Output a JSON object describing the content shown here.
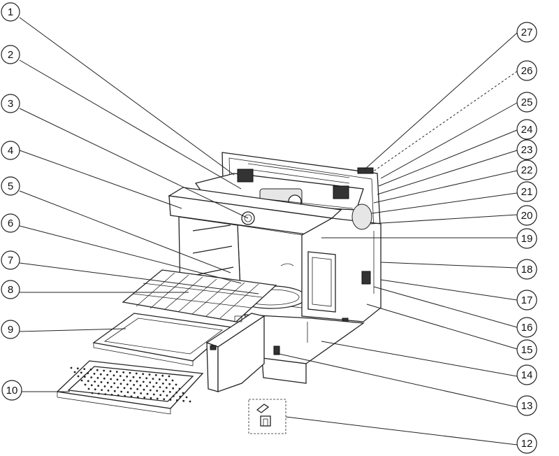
{
  "diagram": {
    "callouts": [
      {
        "label": "1"
      },
      {
        "label": "2"
      },
      {
        "label": "3"
      },
      {
        "label": "4"
      },
      {
        "label": "5"
      },
      {
        "label": "6"
      },
      {
        "label": "7"
      },
      {
        "label": "8"
      },
      {
        "label": "9"
      },
      {
        "label": "10"
      },
      {
        "label": "12"
      },
      {
        "label": "13"
      },
      {
        "label": "14"
      },
      {
        "label": "15"
      },
      {
        "label": "16"
      },
      {
        "label": "17"
      },
      {
        "label": "18"
      },
      {
        "label": "19"
      },
      {
        "label": "20"
      },
      {
        "label": "21"
      },
      {
        "label": "22"
      },
      {
        "label": "23"
      },
      {
        "label": "24"
      },
      {
        "label": "25"
      },
      {
        "label": "26"
      },
      {
        "label": "27"
      }
    ]
  }
}
